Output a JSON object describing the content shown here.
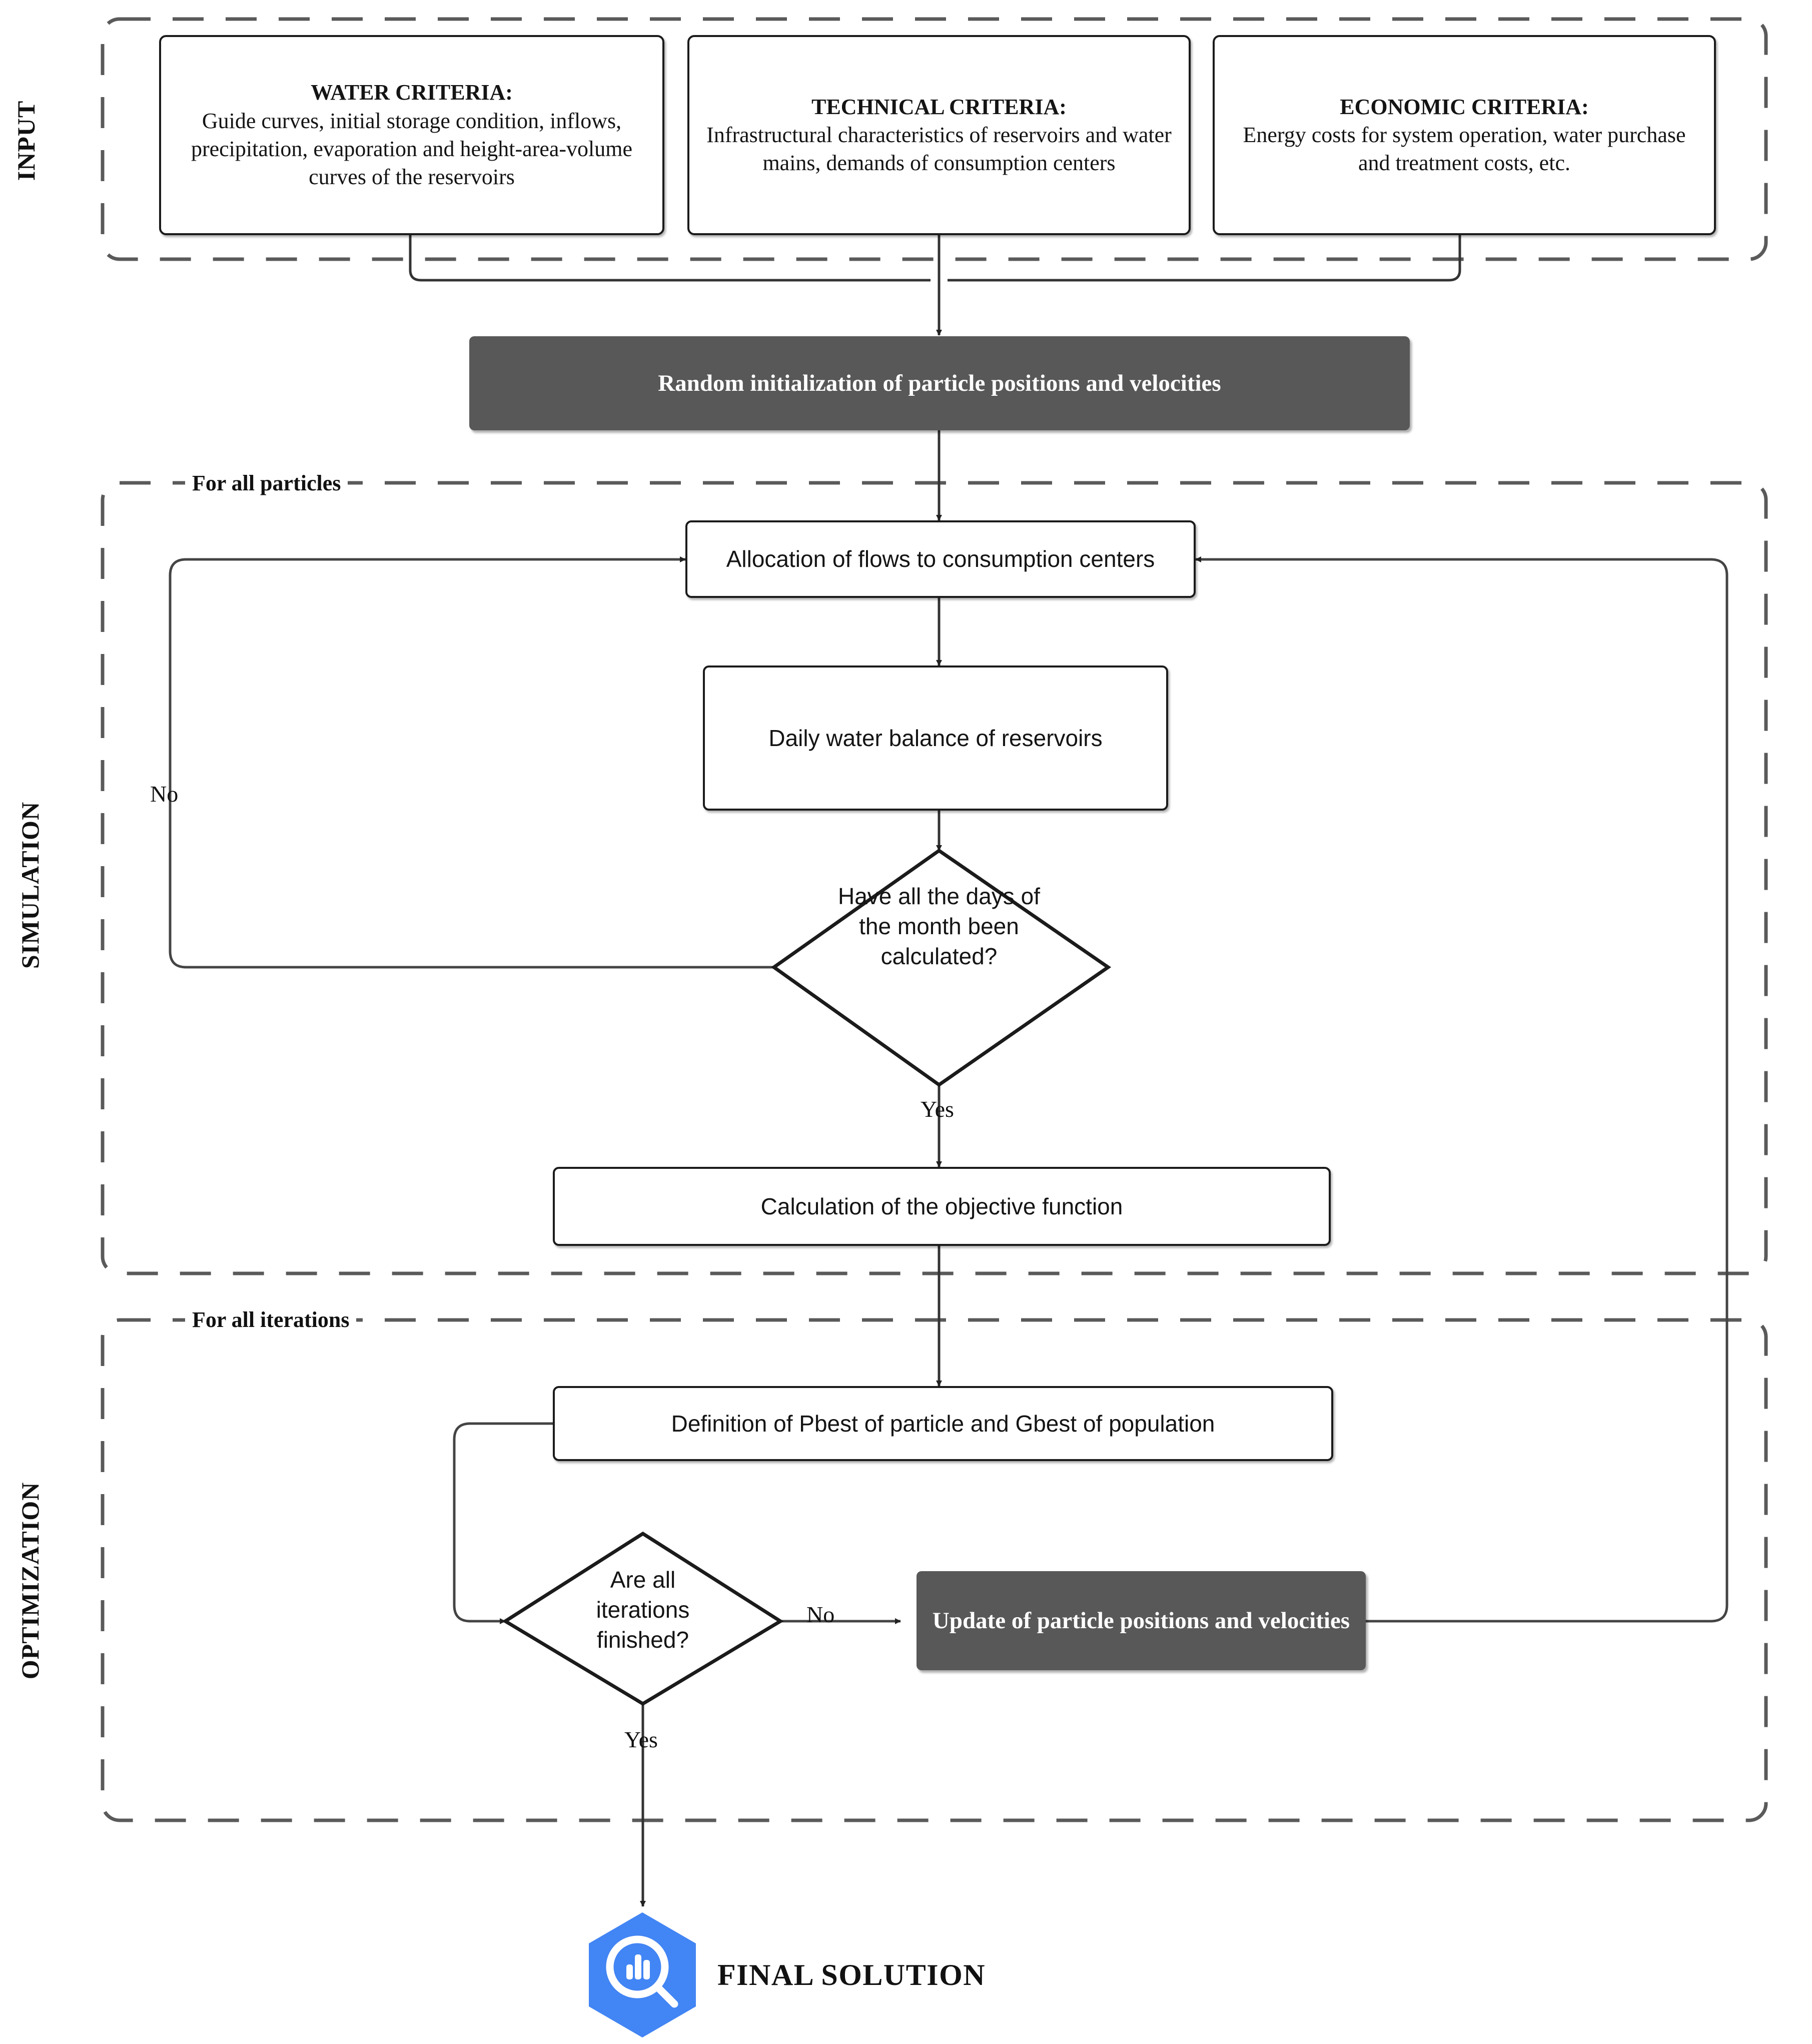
{
  "diagram": {
    "title_sections": {
      "input": "INPUT",
      "simulation": "SIMULATION",
      "optimization": "OPTIMIZATION"
    },
    "group_captions": {
      "particles": "For all particles",
      "iterations": "For all iterations"
    },
    "input_boxes": [
      {
        "id": "water-criteria",
        "title": "WATER CRITERIA:",
        "body": "Guide curves, initial storage condition, inflows, precipitation, evaporation and height-area-volume curves of the reservoirs"
      },
      {
        "id": "technical-criteria",
        "title": "TECHNICAL CRITERIA:",
        "body": "Infrastructural characteristics of reservoirs and water mains, demands of consumption centers"
      },
      {
        "id": "economic-criteria",
        "title": "ECONOMIC CRITERIA:",
        "body": "Energy costs for system operation, water purchase and treatment costs, etc."
      }
    ],
    "process_nodes": {
      "random_init": "Random initialization of particle positions and velocities",
      "allocation": "Allocation of flows to consumption centers",
      "daily_balance": "Daily water balance of reservoirs",
      "objective_function": "Calculation of the objective function",
      "definition_pbest": "Definition of Pbest of particle and Gbest of population",
      "update_particles": "Update of particle positions and velocities"
    },
    "decisions": {
      "days_month": "Have all the days of the month been calculated?",
      "iterations_finished": "Are all iterations finished?"
    },
    "edge_labels": {
      "no_days": "No",
      "yes_days": "Yes",
      "no_iterations": "No",
      "yes_iterations": "Yes"
    },
    "final": {
      "label": "FINAL SOLUTION",
      "icon": "analytics-hexagon-icon"
    },
    "colors": {
      "gray_node": "#585858",
      "final_icon_blue": "#4285f4",
      "stroke": "#1b1b1b",
      "dashed_border": "#5a5a5a"
    }
  }
}
